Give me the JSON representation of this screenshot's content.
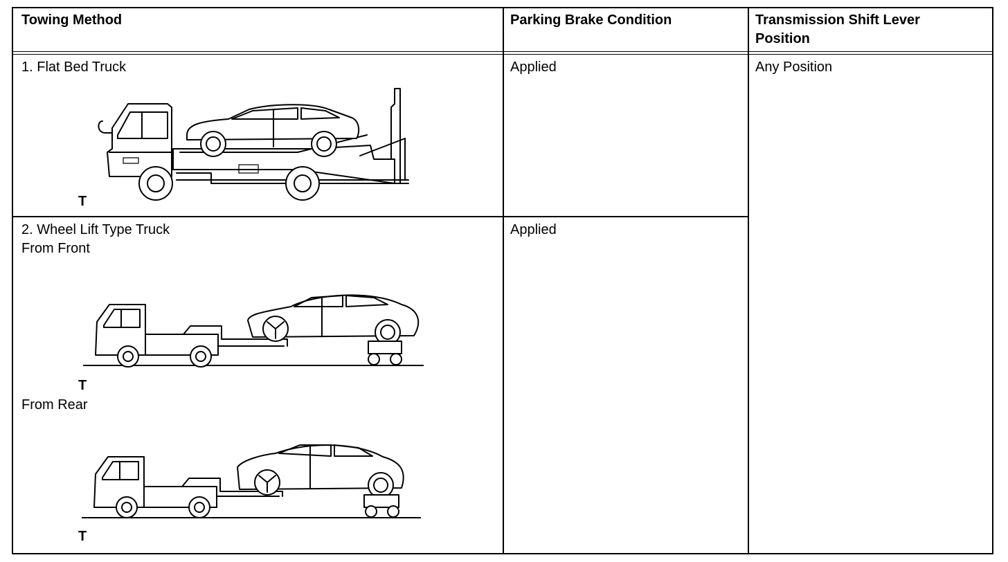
{
  "table": {
    "headers": [
      "Towing Method",
      "Parking Brake Condition",
      "Transmission Shift Lever Position"
    ],
    "header_lines": {
      "col3_line1": "Transmission Shift Lever",
      "col3_line2": "Position"
    },
    "rows": [
      {
        "method": "1. Flat Bed Truck",
        "brake": "Applied",
        "illustration_mark": "T"
      },
      {
        "method": "2. Wheel Lift Type Truck",
        "sub_front": "From Front",
        "sub_front_mark": "T",
        "sub_rear": "From Rear",
        "sub_rear_mark": "T",
        "brake": "Applied"
      }
    ],
    "shift_position": "Any Position"
  },
  "icons": [
    "flat-bed-truck-illustration",
    "wheel-lift-front-illustration",
    "wheel-lift-rear-illustration"
  ]
}
